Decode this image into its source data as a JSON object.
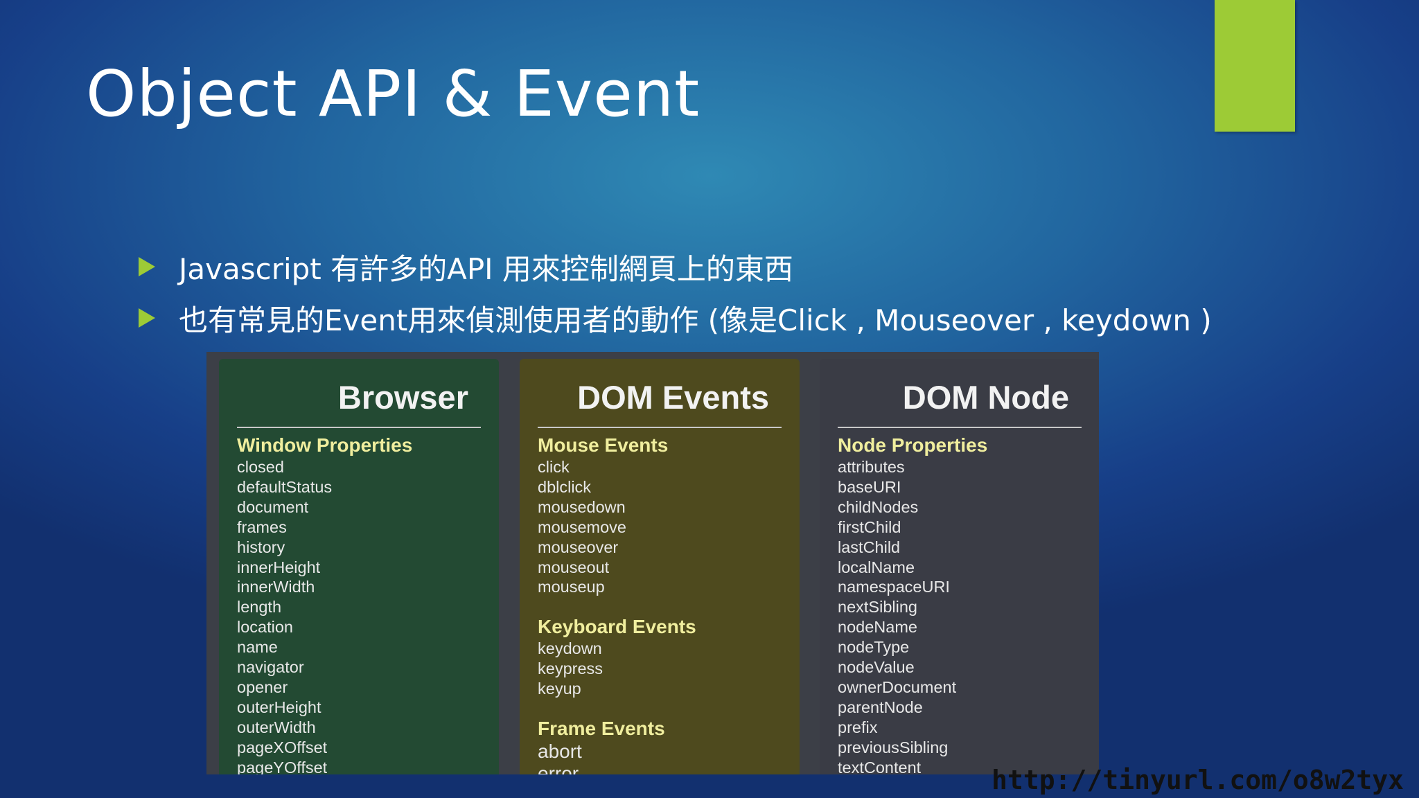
{
  "slide": {
    "title": "Object API & Event",
    "bullets": [
      "Javascript 有許多的API 用來控制網頁上的東西",
      "也有常見的Event用來偵測使用者的動作 (像是Click , Mouseover , keydown )"
    ],
    "url": "http://tinyurl.com/o8w2tyx",
    "colors": {
      "accent": "#9dcb36",
      "browser_panel": "#234a33",
      "events_panel": "#4e4a1e",
      "node_panel": "#3a3c45",
      "group_heading": "#f0ee9e"
    }
  },
  "columns": {
    "browser": {
      "title": "Browser",
      "groups": [
        {
          "heading": "Window Properties",
          "items": [
            "closed",
            "defaultStatus",
            "document",
            "frames",
            "history",
            "innerHeight",
            "innerWidth",
            "length",
            "location",
            "name",
            "navigator",
            "opener",
            "outerHeight",
            "outerWidth",
            "pageXOffset",
            "pageYOffset"
          ]
        }
      ]
    },
    "events": {
      "title": "DOM Events",
      "groups": [
        {
          "heading": "Mouse Events",
          "items": [
            "click",
            "dblclick",
            "mousedown",
            "mousemove",
            "mouseover",
            "mouseout",
            "mouseup"
          ]
        },
        {
          "heading": "Keyboard Events",
          "items": [
            "keydown",
            "keypress",
            "keyup"
          ]
        },
        {
          "heading": "Frame Events",
          "items": [
            "abort",
            "error"
          ]
        }
      ]
    },
    "node": {
      "title": "DOM Node",
      "groups": [
        {
          "heading": "Node Properties",
          "items": [
            "attributes",
            "baseURI",
            "childNodes",
            "firstChild",
            "lastChild",
            "localName",
            "namespaceURI",
            "nextSibling",
            "nodeName",
            "nodeType",
            "nodeValue",
            "ownerDocument",
            "parentNode",
            "prefix",
            "previousSibling",
            "textContent"
          ]
        }
      ]
    }
  }
}
